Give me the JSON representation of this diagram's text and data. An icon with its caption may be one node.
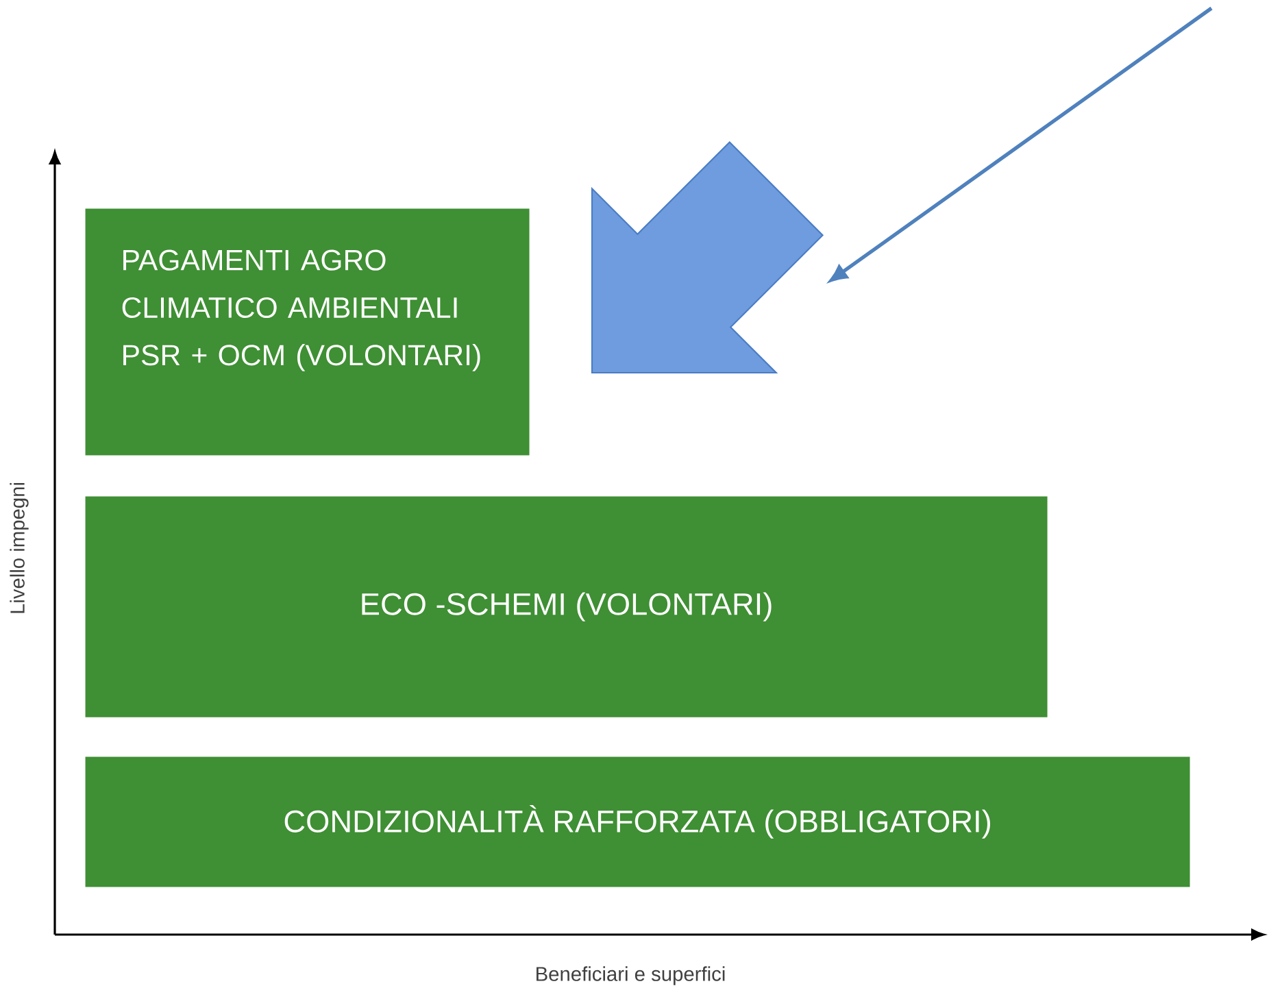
{
  "diagram": {
    "nodes": [
      {
        "text": [
          "PAGAMENTI AGRO CLIMATICO AMBIENTALI PSR + OCM (VOLONTARI)"
        ]
      },
      {
        "text": [
          "ECO -SCHEMI (VOLONTARI)"
        ]
      },
      {
        "text": [
          "CONDIZIONALITÀ RAFFORZATA (OBBLIGATORI)"
        ]
      }
    ],
    "edges": [],
    "labels": [
      "Livello impegni",
      "Beneficiari e superfici"
    ]
  }
}
